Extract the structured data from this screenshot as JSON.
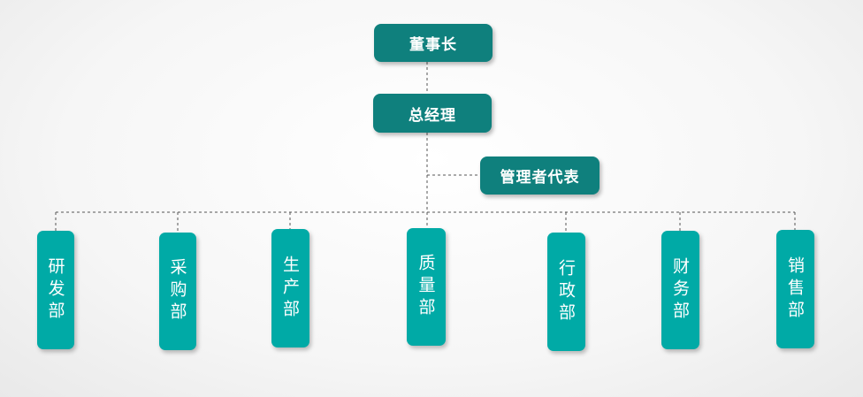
{
  "chairman": "董事长",
  "general_manager": "总经理",
  "management_rep": "管理者代表",
  "departments": [
    "研发部",
    "采购部",
    "生产部",
    "质量部",
    "行政部",
    "财务部",
    "销售部"
  ],
  "colors": {
    "top_box": "#0f807d",
    "dept_box": "#00aaa6",
    "connector": "#555555"
  }
}
